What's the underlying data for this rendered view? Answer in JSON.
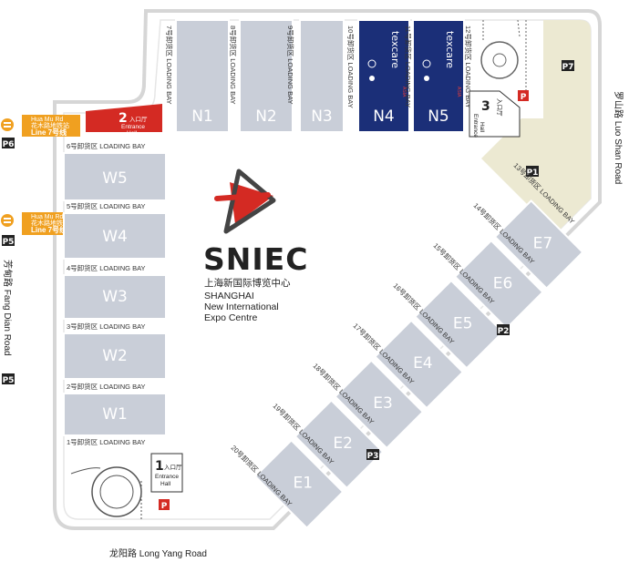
{
  "colors": {
    "hall": "#c9ced8",
    "hall_border": "#ffffff",
    "hall_text": "#ffffff",
    "hall_highlight": "#1b2f78",
    "entrance_red": "#d42a23",
    "metro_orange": "#f0a020",
    "parking_dark": "#222222",
    "parking_light": "#ece9d2",
    "site_border": "#cfcfcf"
  },
  "brand": {
    "name": "SNIEC",
    "chinese": "上海新国际博览中心",
    "line1": "SHANGHAI",
    "line2": "New International",
    "line3": "Expo Centre"
  },
  "exhibitor": {
    "name": "texcare",
    "sub": "ASIA"
  },
  "halls_north": [
    {
      "id": "N1",
      "label": "N1",
      "bay": "7号卸货区  LOADING BAY",
      "highlight": false
    },
    {
      "id": "N2",
      "label": "N2",
      "bay": "8号卸货区  LOADING BAY",
      "highlight": false
    },
    {
      "id": "N3",
      "label": "N3",
      "bay": "9号卸货区  LOADING BAY",
      "highlight": false
    },
    {
      "id": "N4",
      "label": "N4",
      "bay": "10号卸货区  LOADING BAY",
      "highlight": true
    },
    {
      "id": "N5",
      "label": "N5",
      "bay": "11号卸货区  LOADING BAY",
      "highlight": true
    }
  ],
  "bay_12": "12号卸货区  LOADING BAY",
  "halls_west": [
    {
      "id": "W5",
      "label": "W5",
      "bay": "6号卸货区  LOADING BAY"
    },
    {
      "id": "W4",
      "label": "W4",
      "bay": "5号卸货区  LOADING BAY"
    },
    {
      "id": "W3",
      "label": "W3",
      "bay": "4号卸货区  LOADING BAY"
    },
    {
      "id": "W2",
      "label": "W2",
      "bay": "3号卸货区  LOADING BAY"
    },
    {
      "id": "W1",
      "label": "W1",
      "bay": "2号卸货区  LOADING BAY"
    }
  ],
  "bay_1": "1号卸货区  LOADING BAY",
  "halls_east": [
    {
      "id": "E7",
      "label": "E7",
      "bay": "13号卸货区  LOADING BAY"
    },
    {
      "id": "E6",
      "label": "E6",
      "bay": "14号卸货区  LOADING BAY"
    },
    {
      "id": "E5",
      "label": "E5",
      "bay": "15号卸货区  LOADING BAY"
    },
    {
      "id": "E4",
      "label": "E4",
      "bay": "16号卸货区  LOADING BAY"
    },
    {
      "id": "E3",
      "label": "E3",
      "bay": "17号卸货区  LOADING BAY"
    },
    {
      "id": "E2",
      "label": "E2",
      "bay": "18号卸货区  LOADING BAY"
    },
    {
      "id": "E1",
      "label": "E1",
      "bay": "19号卸货区  LOADING BAY"
    }
  ],
  "bay_20": "20号卸货区  LOADING BAY",
  "entrances": [
    {
      "num": "1",
      "cn": "入口厅",
      "en1": "Entrance",
      "en2": "Hall"
    },
    {
      "num": "2",
      "cn": "入口厅",
      "en1": "Entrance",
      "en2": "Hall"
    },
    {
      "num": "3",
      "cn": "入口厅",
      "en1": "Entrance",
      "en2": "Hall"
    }
  ],
  "parking": {
    "P1": "P1",
    "P2": "P2",
    "P3": "P3",
    "P5": "P5",
    "P6": "P6",
    "P7": "P7",
    "P": "P"
  },
  "metro": {
    "name_en": "Hua Mu Rd",
    "name_cn": "花木路地铁站",
    "line": "Line 7号线"
  },
  "roads": {
    "south": "龙阳路 Long Yang Road",
    "east": "罗山路 Luo Shan Road",
    "west": "芳甸路  Fang Dian Road"
  }
}
